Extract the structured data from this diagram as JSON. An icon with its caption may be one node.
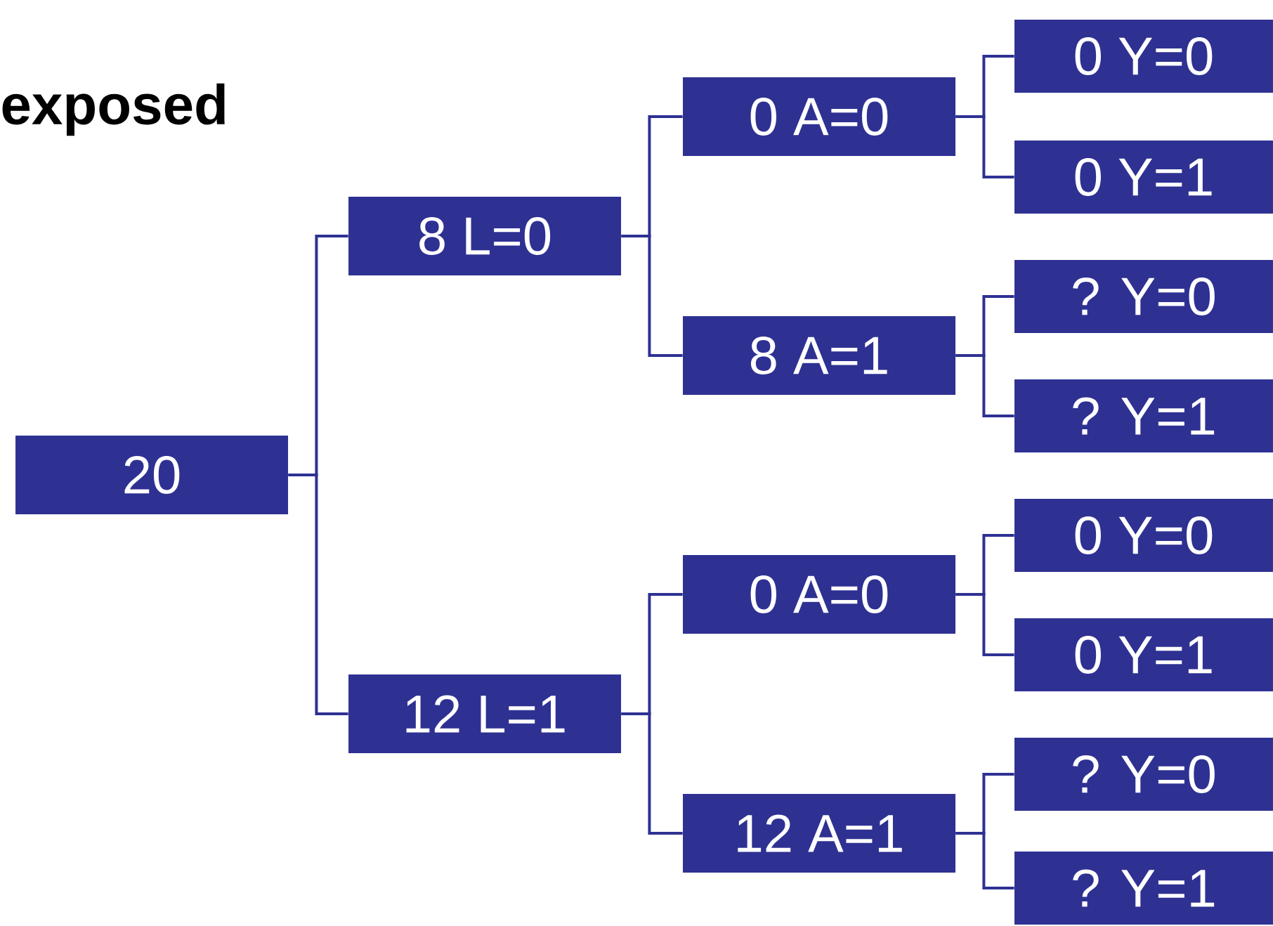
{
  "diagram": {
    "title": "exposed",
    "nodes": [
      {
        "text": [
          "20"
        ]
      },
      {
        "text": [
          "8 L=0"
        ]
      },
      {
        "text": [
          "12 L=1"
        ]
      },
      {
        "text": [
          "0 A=0"
        ]
      },
      {
        "text": [
          "8 A=1"
        ]
      },
      {
        "text": [
          "0 A=0"
        ]
      },
      {
        "text": [
          "12 A=1"
        ]
      },
      {
        "text": [
          "0 Y=0"
        ]
      },
      {
        "text": [
          "0 Y=1"
        ]
      },
      {
        "text": [
          "? Y=0"
        ]
      },
      {
        "text": [
          "? Y=1"
        ]
      },
      {
        "text": [
          "0 Y=0"
        ]
      },
      {
        "text": [
          "0 Y=1"
        ]
      },
      {
        "text": [
          "? Y=0"
        ]
      },
      {
        "text": [
          "? Y=1"
        ]
      }
    ],
    "edges": [
      {
        "from": 0,
        "to": 1,
        "arrow": "none"
      },
      {
        "from": 0,
        "to": 2,
        "arrow": "none"
      },
      {
        "from": 1,
        "to": 3,
        "arrow": "none"
      },
      {
        "from": 1,
        "to": 4,
        "arrow": "none"
      },
      {
        "from": 2,
        "to": 5,
        "arrow": "none"
      },
      {
        "from": 2,
        "to": 6,
        "arrow": "none"
      },
      {
        "from": 3,
        "to": 7,
        "arrow": "none"
      },
      {
        "from": 3,
        "to": 8,
        "arrow": "none"
      },
      {
        "from": 4,
        "to": 9,
        "arrow": "none"
      },
      {
        "from": 4,
        "to": 10,
        "arrow": "none"
      },
      {
        "from": 5,
        "to": 11,
        "arrow": "none"
      },
      {
        "from": 5,
        "to": 12,
        "arrow": "none"
      },
      {
        "from": 6,
        "to": 13,
        "arrow": "none"
      },
      {
        "from": 6,
        "to": 14,
        "arrow": "none"
      }
    ]
  }
}
